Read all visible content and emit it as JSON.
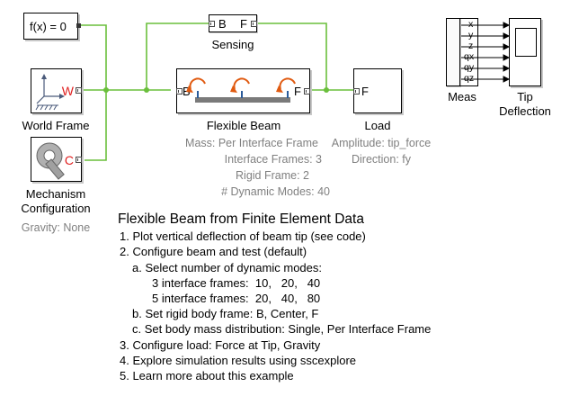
{
  "blocks": {
    "fx": {
      "text": "f(x) = 0"
    },
    "world": {
      "label": "World Frame",
      "port_letter": "W"
    },
    "mechanism": {
      "label_line1": "Mechanism",
      "label_line2": "Configuration",
      "param": "Gravity: None",
      "port_letter": "C"
    },
    "sensing": {
      "label": "Sensing",
      "port_b": "B",
      "port_f": "F"
    },
    "beam": {
      "label": "Flexible Beam",
      "port_b": "B",
      "port_f": "F",
      "params": [
        "Mass: Per Interface Frame",
        "Interface Frames: 3",
        "Rigid Frame: 2",
        "# Dynamic Modes: 40"
      ]
    },
    "load": {
      "label": "Load",
      "port_f": "F",
      "params": [
        "Amplitude: tip_force",
        "Direction: fy"
      ]
    },
    "meas": {
      "label": "Meas",
      "signals": [
        "x",
        "y",
        "z",
        "qx",
        "qy",
        "qz"
      ]
    },
    "scope": {
      "label_line1": "Tip",
      "label_line2": "Deflection"
    }
  },
  "notes": {
    "title": "Flexible Beam from Finite Element Data",
    "lines": [
      "1. Plot vertical deflection of beam tip (see code)",
      "2. Configure beam and test (default)",
      "a. Select number of dynamic modes:",
      "3 interface frames:  10,   20,   40",
      "5 interface frames:  20,   40,   80",
      "b. Set rigid body frame: B, Center, F",
      "c. Set body mass distribution: Single, Per Interface Frame",
      "3. Configure load: Force at Tip, Gravity",
      "4. Explore simulation results using sscexplore",
      "5. Learn more about this example"
    ]
  },
  "colors": {
    "wire": "#6abf3c",
    "accent": "#e02020",
    "beam_arrow": "#e05a10"
  }
}
